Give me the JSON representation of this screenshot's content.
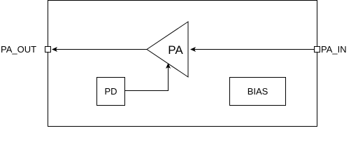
{
  "diagram": {
    "ports": {
      "output_label": "PA_OUT",
      "input_label": "PA_IN"
    },
    "blocks": {
      "amplifier_label": "PA",
      "detector_label": "PD",
      "bias_label": "BIAS"
    },
    "colors": {
      "stroke": "#000000",
      "fill": "#ffffff"
    }
  }
}
